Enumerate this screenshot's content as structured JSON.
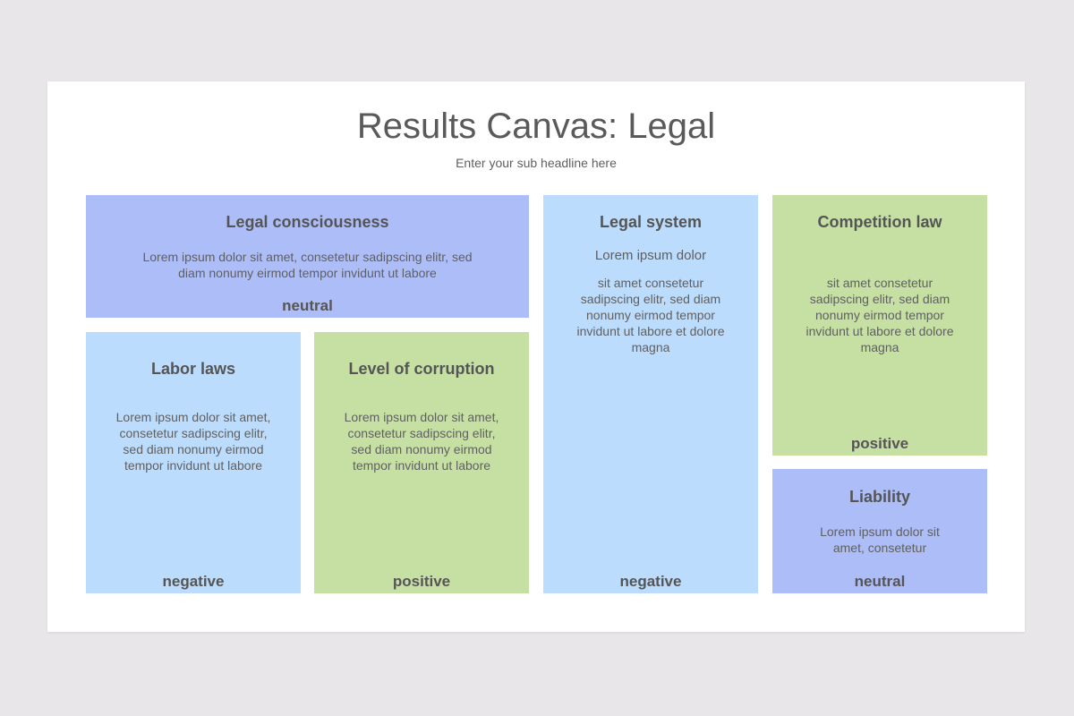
{
  "header": {
    "title": "Results Canvas: Legal",
    "subtitle": "Enter your sub headline here"
  },
  "cards": {
    "legal_consciousness": {
      "title": "Legal consciousness",
      "body": "Lorem ipsum dolor sit amet, consetetur sadipscing elitr, sed diam nonumy eirmod tempor invidunt ut labore",
      "tag": "neutral",
      "color": "#adbdf7"
    },
    "labor_laws": {
      "title": "Labor laws",
      "body": "Lorem ipsum dolor sit amet, consetetur sadipscing elitr, sed diam nonumy eirmod tempor invidunt ut labore",
      "tag": "negative",
      "color": "#bcdcfd"
    },
    "level_of_corruption": {
      "title": "Level of corruption",
      "body": "Lorem ipsum dolor sit amet, consetetur sadipscing elitr, sed diam nonumy eirmod tempor invidunt ut labore",
      "tag": "positive",
      "color": "#c6e0a4"
    },
    "legal_system": {
      "title": "Legal system",
      "subheading": "Lorem ipsum dolor",
      "body": "sit amet consetetur sadipscing elitr, sed diam nonumy eirmod tempor invidunt ut labore et dolore magna",
      "tag": "negative",
      "color": "#bcdcfd"
    },
    "competition_law": {
      "title": "Competition law",
      "body": "sit amet consetetur sadipscing elitr, sed diam nonumy eirmod tempor invidunt ut labore et dolore magna",
      "tag": "positive",
      "color": "#c6e0a4"
    },
    "liability": {
      "title": "Liability",
      "body": "Lorem ipsum dolor sit amet, consetetur",
      "tag": "neutral",
      "color": "#adbdf7"
    }
  }
}
